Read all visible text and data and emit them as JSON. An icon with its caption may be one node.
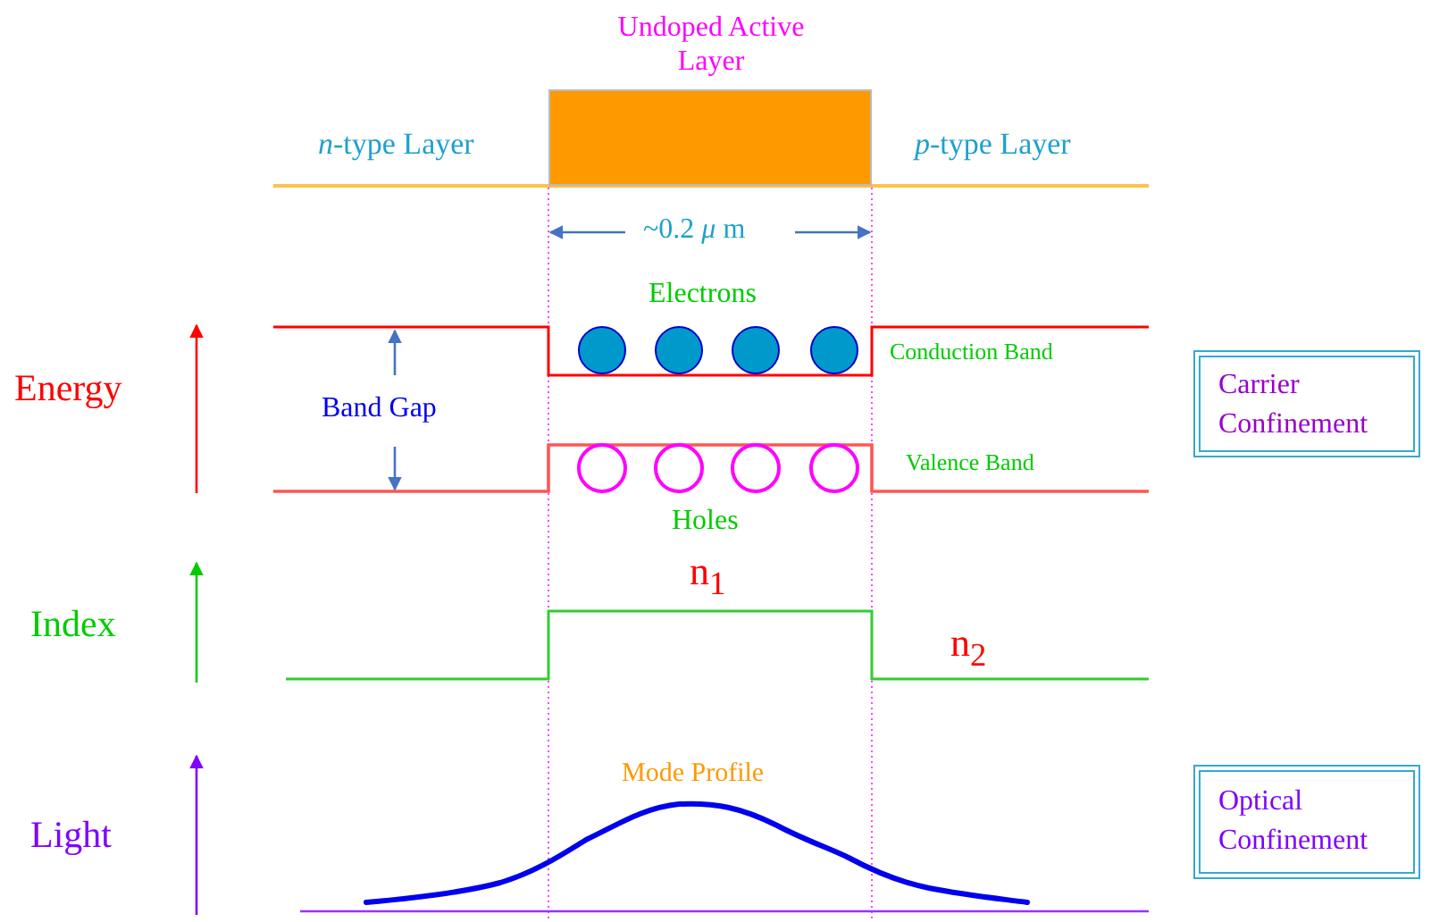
{
  "diagram": {
    "nodes": [
      {
        "text": [
          "Undoped Active Layer"
        ]
      },
      {
        "text": [
          "Carrier Confinement"
        ]
      },
      {
        "text": [
          "Optical Confinement"
        ]
      }
    ],
    "labels": [
      "*n*-type Layer",
      "*p*-type Layer",
      "~0.2 *μ* m",
      "Electrons",
      "Energy",
      "Band Gap",
      "Conduction Band",
      "Valence Band",
      "Holes",
      "Index",
      "n$_{1}$",
      "n$_{2}$",
      "Mode Profile",
      "Light"
    ]
  }
}
